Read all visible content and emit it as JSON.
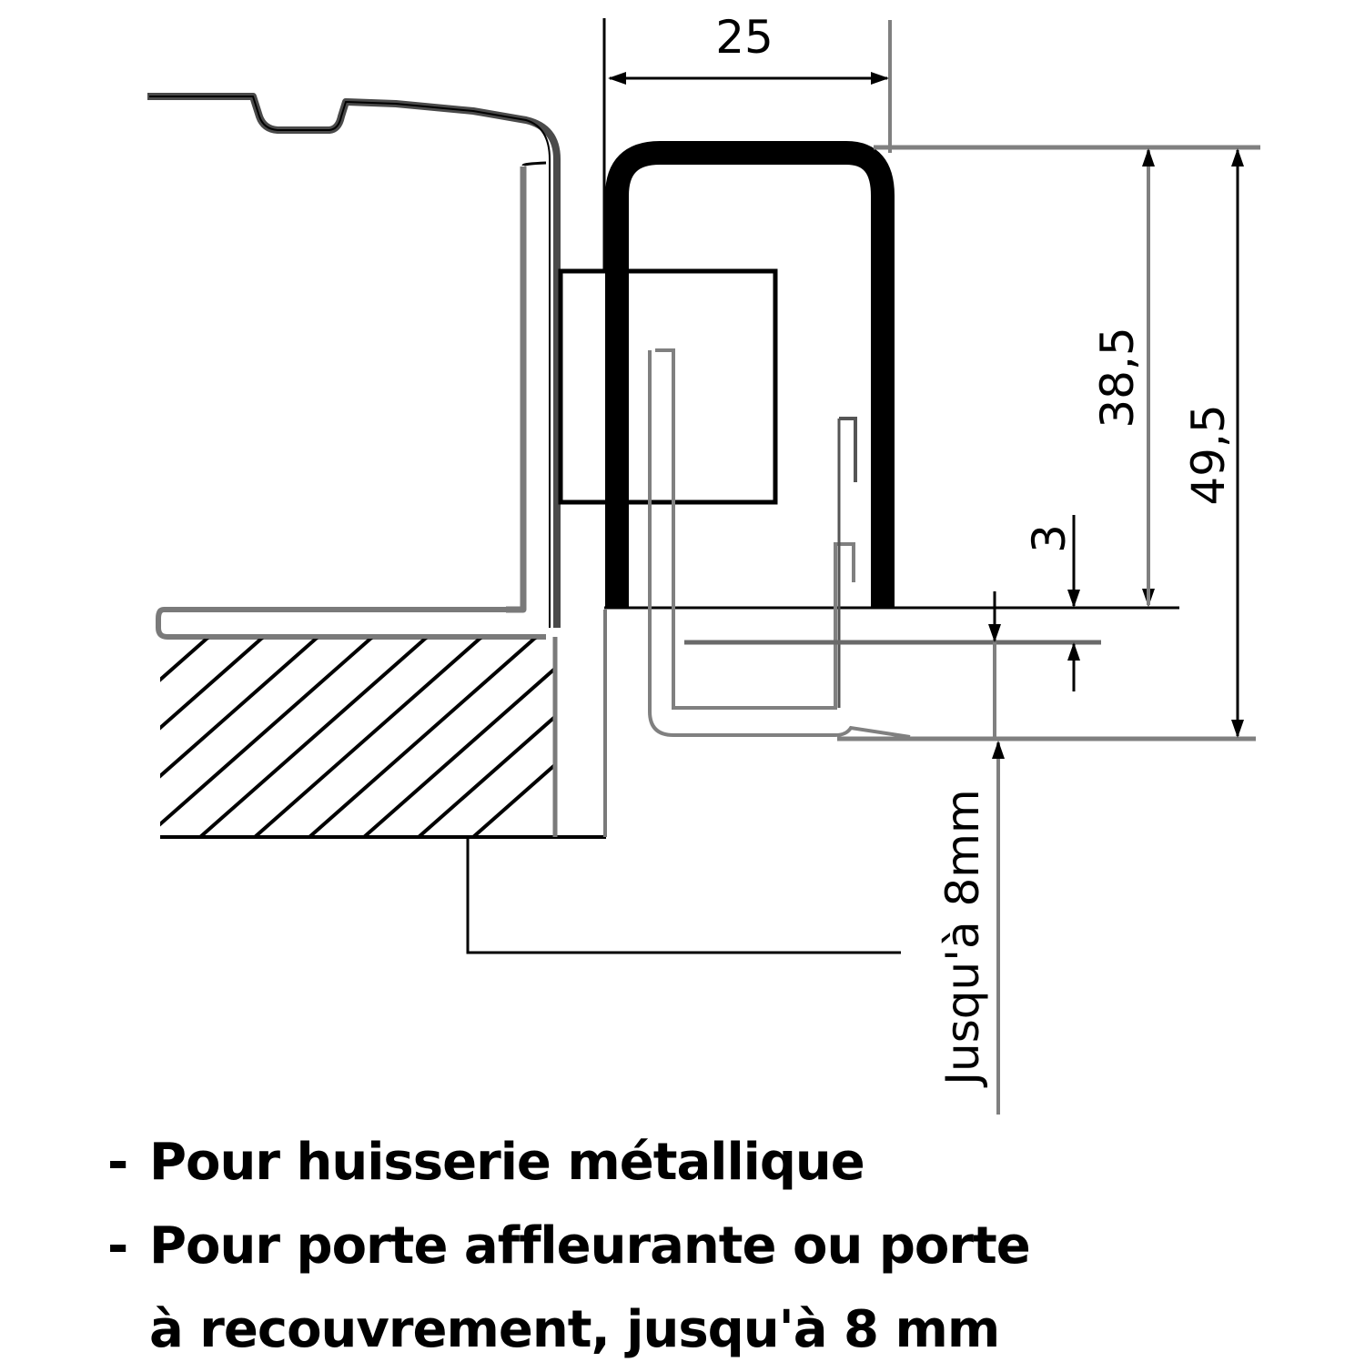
{
  "diagram": {
    "type": "technical cross-section drawing",
    "dimensions": {
      "width": "25",
      "height_inner": "38,5",
      "height_total": "49,5",
      "gap": "3",
      "overlap": "Jusqu'à 8mm"
    },
    "colors": {
      "line": "#000000",
      "secondary_line": "#808080",
      "background": "#ffffff"
    }
  },
  "notes": [
    {
      "bullet": "-",
      "text": "Pour huisserie métallique"
    },
    {
      "bullet": "-",
      "text": "Pour porte affleurante ou porte"
    },
    {
      "bullet": "",
      "text": "à recouvrement, jusqu'à 8 mm"
    }
  ]
}
